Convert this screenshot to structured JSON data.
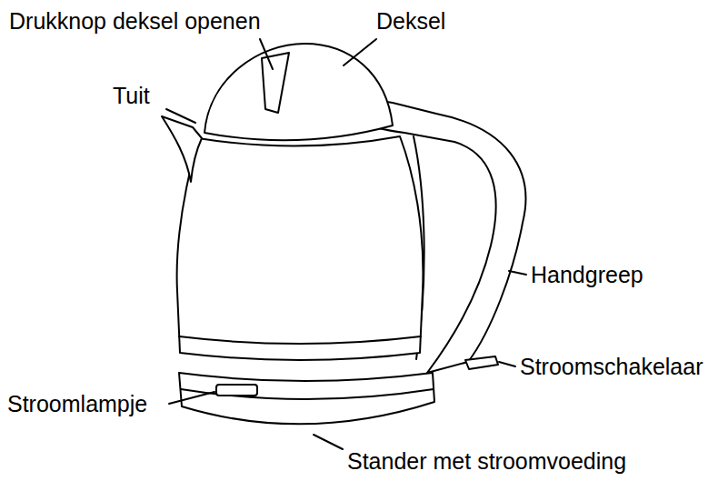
{
  "diagram": {
    "labels": [
      "Drukknop deksel openen",
      "Deksel",
      "Tuit",
      "Handgreep",
      "Stroomschakelaar",
      "Stroomlampje",
      "Stander met stroomvoeding"
    ]
  }
}
